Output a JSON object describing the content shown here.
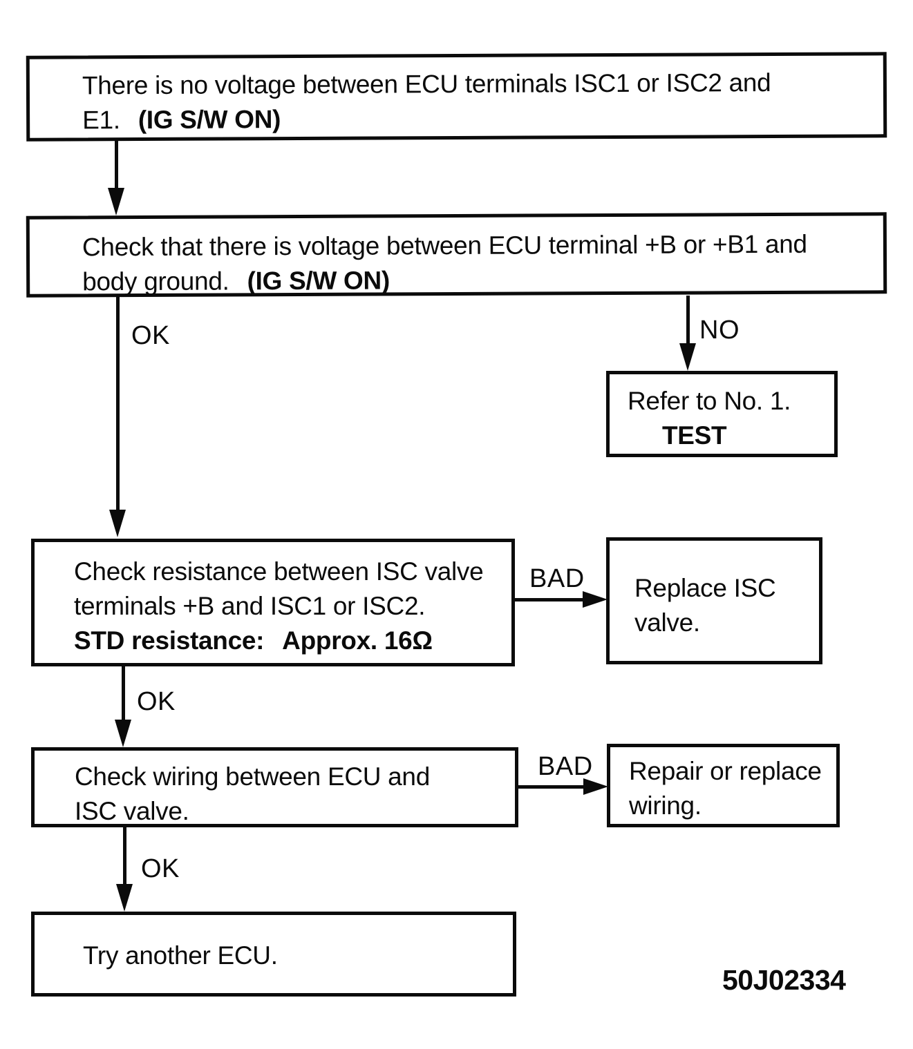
{
  "flowchart": {
    "figure_code": "50J02334",
    "nodes": {
      "start": {
        "line1": "There is no voltage between ECU terminals ISC1 or ISC2 and",
        "line2_prefix": "E1.",
        "line2_bold": "(IG S/W ON)"
      },
      "check_voltage": {
        "line1": "Check that there is voltage between ECU terminal +B or +B1 and",
        "line2_prefix": "body ground.",
        "line2_bold": "(IG S/W ON)"
      },
      "refer_test": {
        "line1": "Refer to No. 1.",
        "line2": "TEST"
      },
      "check_resistance": {
        "line1": "Check resistance between ISC valve",
        "line2": "terminals +B and ISC1 or ISC2.",
        "line3_label": "STD resistance:",
        "line3_value": "Approx. 16Ω"
      },
      "replace_valve": {
        "line1": "Replace ISC",
        "line2": "valve."
      },
      "check_wiring": {
        "line1": "Check wiring between ECU and",
        "line2": "ISC valve."
      },
      "repair_wiring": {
        "line1": "Repair or replace",
        "line2": "wiring."
      },
      "try_ecu": {
        "line1": "Try another ECU."
      }
    },
    "edge_labels": {
      "voltage_ok": "OK",
      "voltage_no": "NO",
      "resistance_bad": "BAD",
      "resistance_ok": "OK",
      "wiring_bad": "BAD",
      "wiring_ok": "OK"
    },
    "colors": {
      "ink": "#0b0b0b",
      "paper": "#ffffff"
    }
  }
}
